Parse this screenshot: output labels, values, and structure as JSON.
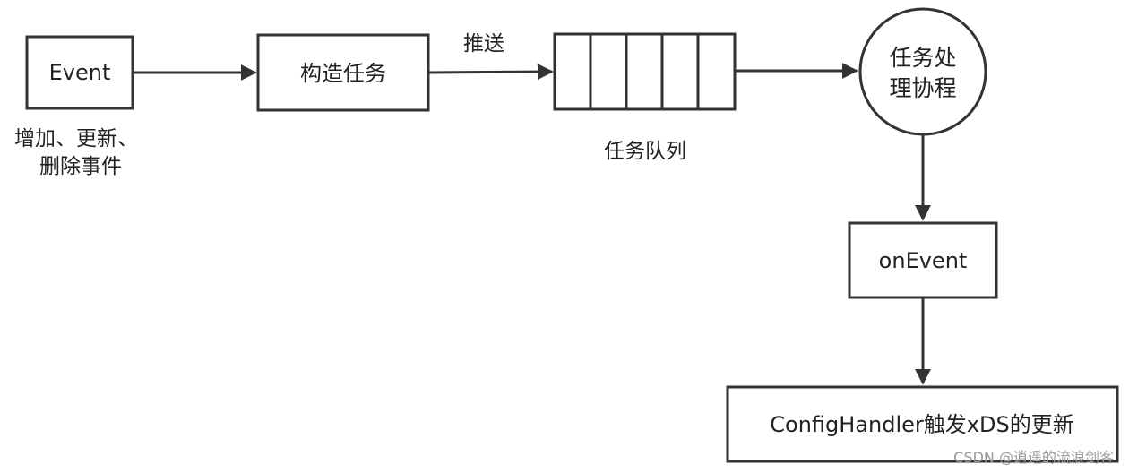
{
  "nodes": {
    "event": "Event",
    "build_task": "构造任务",
    "worker_line1": "任务处",
    "worker_line2": "理协程",
    "on_event": "onEvent",
    "config_handler": "ConfigHandler触发xDS的更新"
  },
  "labels": {
    "event_desc_line1": "增加、更新、",
    "event_desc_line2": "删除事件",
    "push": "推送",
    "task_queue": "任务队列"
  },
  "watermark": "CSDN @逍遥的流浪剑客",
  "colors": {
    "stroke": "#333333",
    "text": "#222222",
    "watermark": "#9a9a9a"
  }
}
